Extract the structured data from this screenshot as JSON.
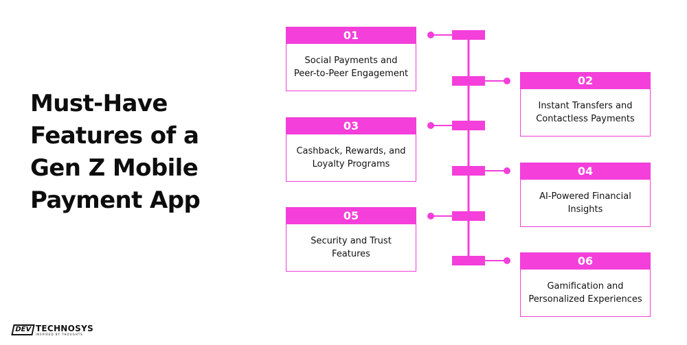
{
  "title_lines": [
    "Must-Have",
    "Features of a",
    "Gen Z Mobile",
    "Payment App"
  ],
  "accent_color": "#f43fda",
  "features": [
    {
      "number": "01",
      "text": "Social Payments and Peer-to-Peer Engagement"
    },
    {
      "number": "02",
      "text": "Instant Transfers and Contactless Payments"
    },
    {
      "number": "03",
      "text": "Cashback, Rewards, and Loyalty Programs"
    },
    {
      "number": "04",
      "text": "AI-Powered Financial Insights"
    },
    {
      "number": "05",
      "text": "Security and Trust Features"
    },
    {
      "number": "06",
      "text": "Gamification and Personalized Experiences"
    }
  ],
  "logo": {
    "dev": "DEV",
    "name": "TECHNOSYS",
    "tagline": "INSPIRED BY THOUGHTS"
  }
}
